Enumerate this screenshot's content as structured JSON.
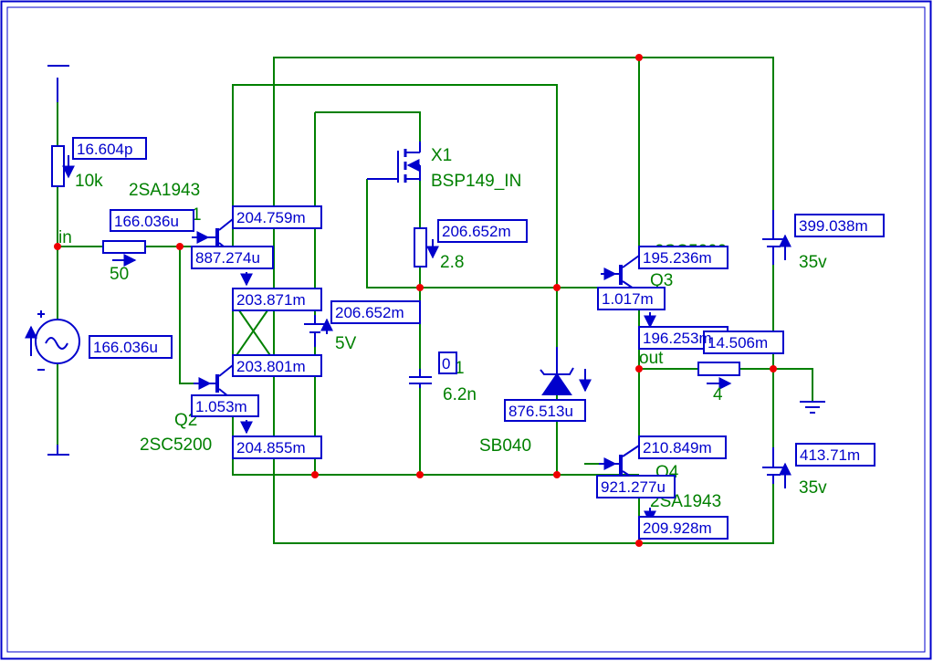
{
  "colors": {
    "wire": "#008000",
    "component": "#0000cc",
    "node": "#ee0000",
    "border": "#0000cc",
    "text_green": "#008000",
    "text_blue": "#0000cc"
  },
  "labels": {
    "r_in_value": "10k",
    "q1_part": "2SA1943",
    "q1_ref_fragment": "1",
    "net_in": "in",
    "r_series_value": "50",
    "q2_ref": "Q2",
    "q2_part": "2SC5200",
    "bias_source_value": "5V",
    "x1_ref": "X1",
    "x1_part": "BSP149_IN",
    "r_drain_value": "2.8",
    "cap_ref_fragment": "1",
    "cap_value": "6.2n",
    "diode_part": "SB040",
    "q3_part_clipped": "2SC5200",
    "q3_ref": "Q3",
    "net_out": "out",
    "r_load_value": "4",
    "v_pos_value": "35v",
    "v_neg_value": "35v",
    "q4_ref": "Q4",
    "q4_part": "2SA1943"
  },
  "readouts": {
    "r_in_current": "16.604p",
    "q1_base_current": "166.036u",
    "source_current": "166.036u",
    "q1_emitter_current": "204.759m",
    "q1_base_current2": "887.274u",
    "q1_collector_current": "203.871m",
    "bias_current": "206.652m",
    "q2_collector_current": "203.801m",
    "q2_base_current": "1.053m",
    "q2_emitter_current": "204.855m",
    "r_drain_current": "206.652m",
    "cap_current": "0",
    "diode_current": "876.513u",
    "q3_collector_current": "195.236m",
    "q3_base_current": "1.017m",
    "q3_emitter_current": "196.253m",
    "load_current": "14.506m",
    "v_pos_current": "399.038m",
    "q4_emitter_current": "210.849m",
    "q4_base_current": "921.277u",
    "q4_collector_current": "209.928m",
    "v_neg_current": "413.71m"
  }
}
